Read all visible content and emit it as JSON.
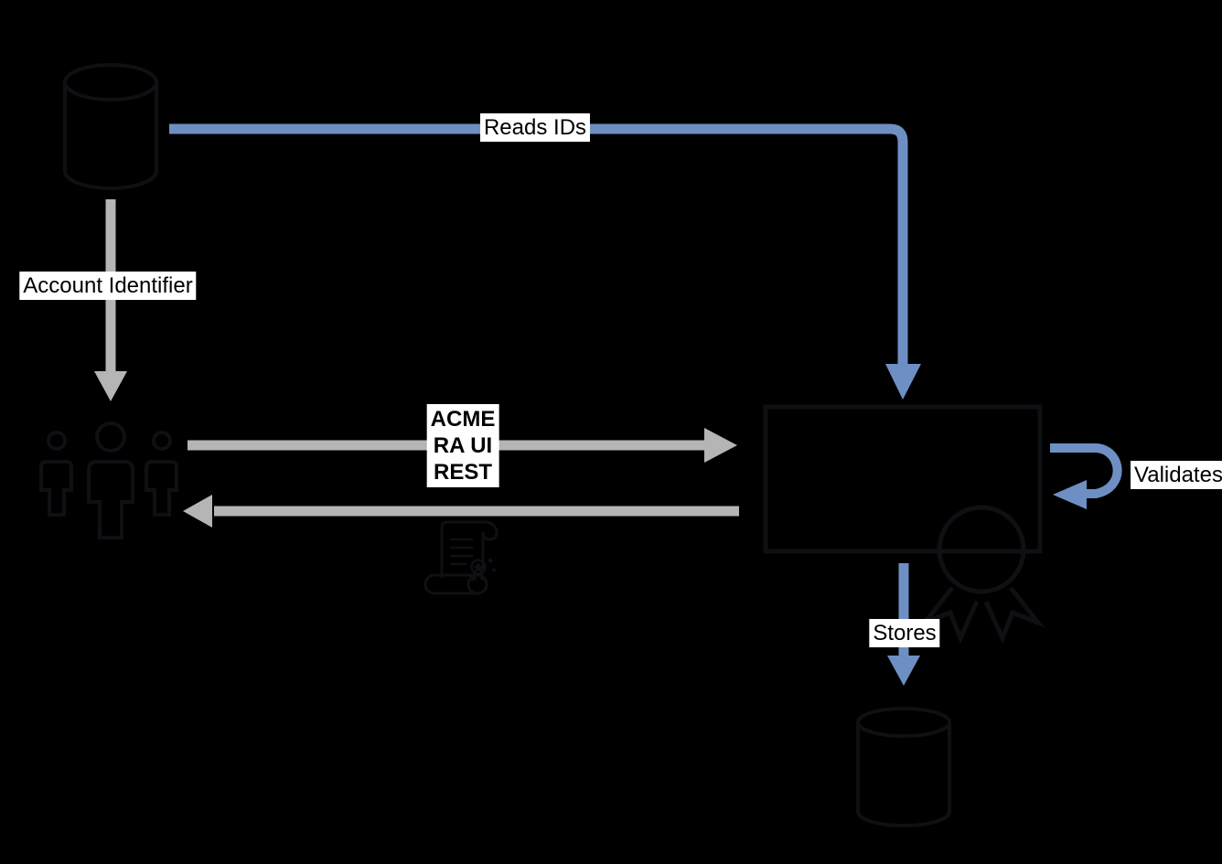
{
  "colors": {
    "background": "#000000",
    "arrow_blue": "#6E8FC3",
    "arrow_gray": "#B5B5B5",
    "shape_stroke": "#0E1013",
    "label_bg": "#FFFFFF",
    "label_text": "#000000"
  },
  "edges": {
    "reads_ids": {
      "label": "Reads IDs",
      "color": "#6E8FC3"
    },
    "account_identifier": {
      "label": "Account Identifier",
      "color": "#B5B5B5"
    },
    "acme": {
      "lines": [
        "ACME",
        "RA UI",
        "REST"
      ],
      "color": "#B5B5B5"
    },
    "validates": {
      "label": "Validates",
      "color": "#6E8FC3"
    },
    "stores": {
      "label": "Stores",
      "color": "#6E8FC3"
    }
  },
  "nodes": {
    "accounts_database": {
      "icon": "database-cylinder-icon"
    },
    "end_users": {
      "icon": "users-group-icon"
    },
    "certificate_scroll": {
      "icon": "certificate-scroll-icon"
    },
    "ra_server_box": {
      "icon": "rectangle-node"
    },
    "award_seal": {
      "icon": "award-ribbon-icon"
    },
    "storage_database": {
      "icon": "database-cylinder-icon"
    }
  }
}
